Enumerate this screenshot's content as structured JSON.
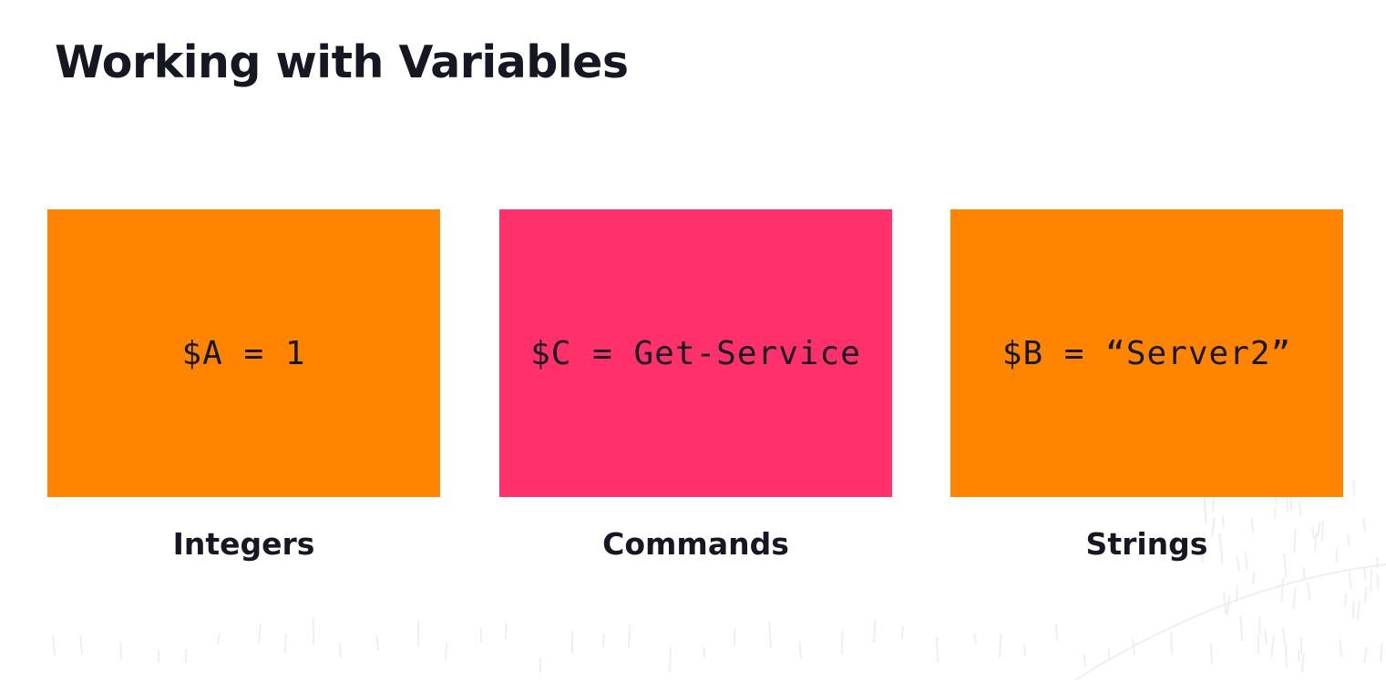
{
  "slide": {
    "title": "Working with Variables"
  },
  "cards": [
    {
      "code": "$A = 1",
      "label": "Integers",
      "color": "#FF8400"
    },
    {
      "code": "$C = Get-Service",
      "label": "Commands",
      "color": "#FF306A"
    },
    {
      "code": "$B = “Server2”",
      "label": "Strings",
      "color": "#FF8400"
    }
  ],
  "colors": {
    "background": "#FFFFFF",
    "text": "#151823",
    "decor_lines": "#F2F2F4"
  }
}
